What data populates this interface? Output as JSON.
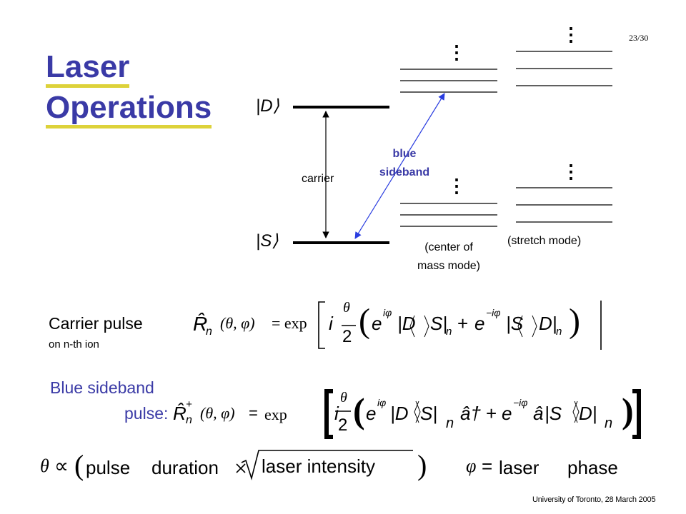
{
  "slide": {
    "title_line1": "Laser",
    "title_line2": "Operations",
    "page_number": "23/30",
    "footer": "University of Toronto, 28 March 2005"
  },
  "diagram": {
    "state_D": "|D⟩",
    "state_S": "|S⟩",
    "carrier_label": "carrier",
    "blue_sideband_line1": "blue",
    "blue_sideband_line2": "sideband",
    "com_label_line1": "(center of",
    "com_label_line2": "mass mode)",
    "stretch_label": "(stretch mode)",
    "dots": "⋮"
  },
  "equations": {
    "carrier_label": "Carrier pulse",
    "carrier_sublabel": "on n-th ion",
    "blue_label": "Blue sideband",
    "blue_label_pulse": "pulse:",
    "theta_prop_pulse": "pulse",
    "theta_prop_duration": "duration",
    "theta_prop_intensity": "laser intensity",
    "phi_laser": "laser",
    "phi_phase": "phase"
  },
  "colors": {
    "title": "#3a3aa6",
    "title_underline": "#ddd23a",
    "label_blue": "#3a3aa6",
    "arrow_blue": "#2a3de0"
  }
}
